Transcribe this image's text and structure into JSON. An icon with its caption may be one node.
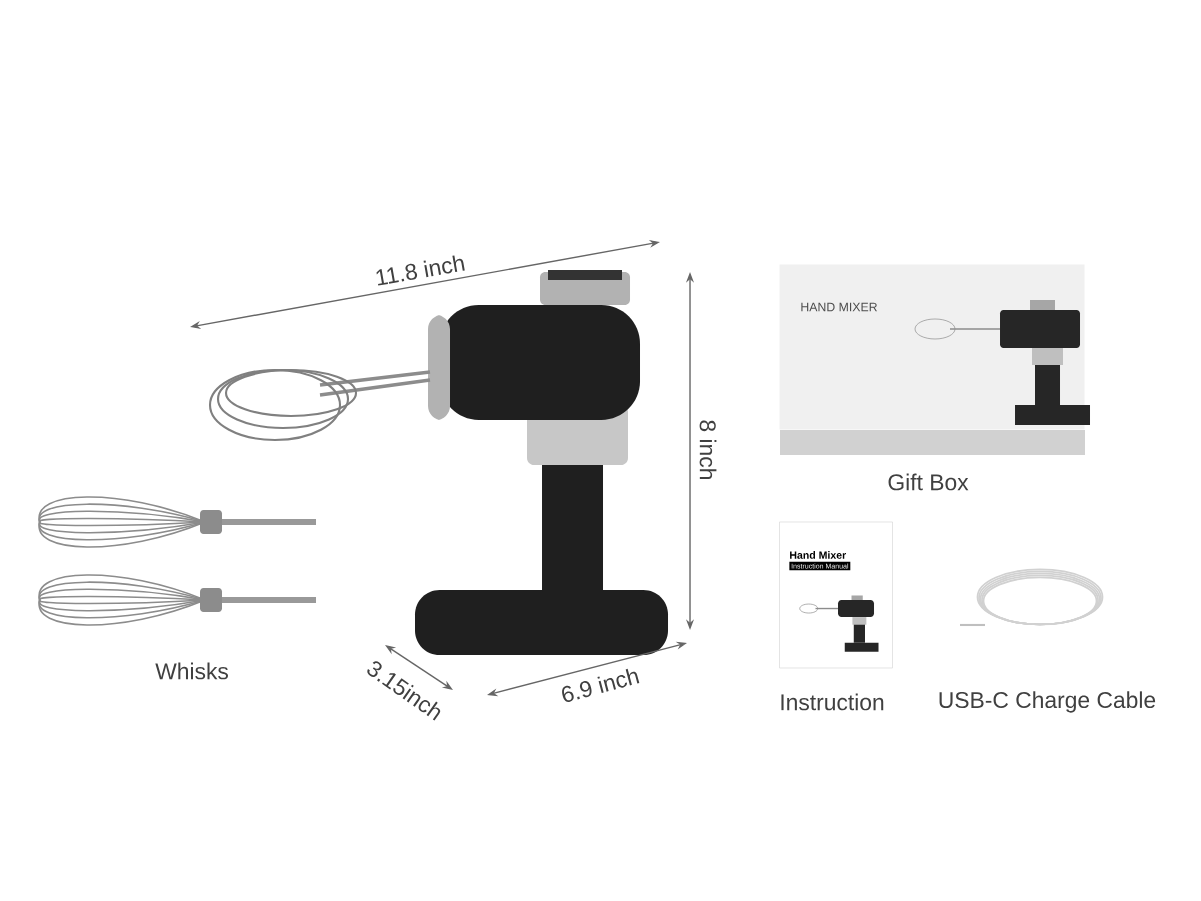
{
  "diagram": {
    "nodes": [
      {
        "text": [
          "HAND MIXER"
        ]
      },
      {
        "text": [
          "Hand Mixer",
          "Instruction Manual"
        ]
      }
    ],
    "labels": [
      "11.8 inch",
      "8 inch",
      "3.15inch",
      "6.9 inch",
      "Whisks",
      "Gift Box",
      "Instruction",
      "USB-C Charge Cable"
    ]
  }
}
